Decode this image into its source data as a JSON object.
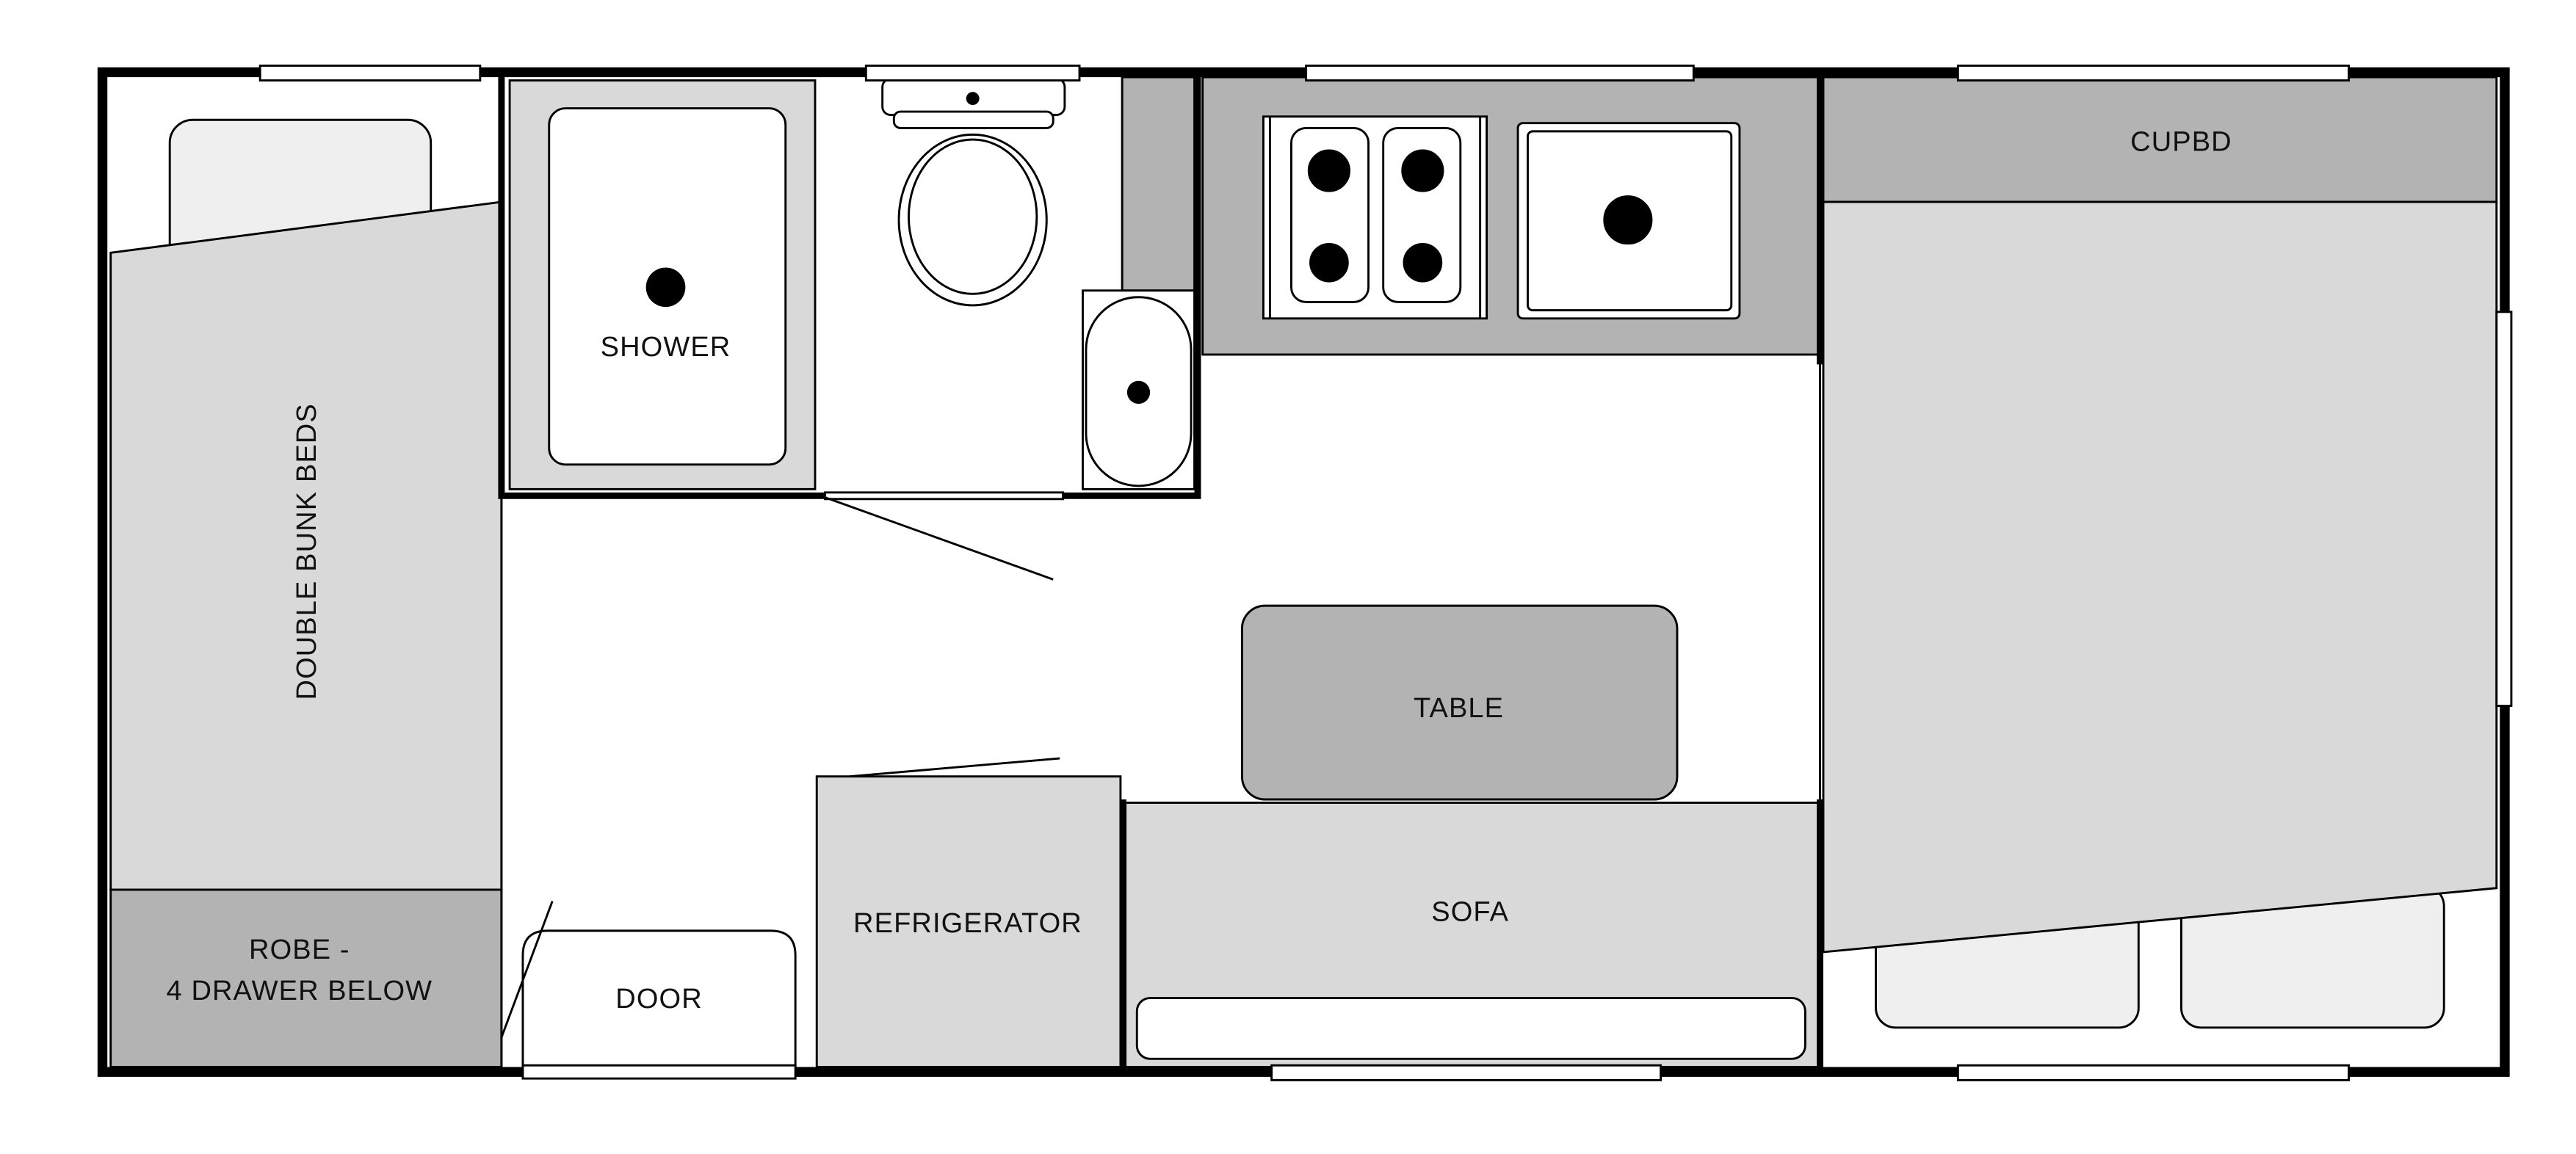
{
  "floorplan": {
    "rooms": {
      "bunk_beds": "DOUBLE BUNK BEDS",
      "robe_line1": "ROBE -",
      "robe_line2": "4 DRAWER BELOW",
      "shower": "SHOWER",
      "cupboard": "CUPBD",
      "table": "TABLE",
      "sofa": "SOFA",
      "refrigerator": "REFRIGERATOR",
      "door": "DOOR"
    },
    "colors": {
      "wall": "#000000",
      "furniture_light": "#d9d9d9",
      "furniture_dark": "#b3b3b3",
      "pillow": "#efefef"
    }
  }
}
